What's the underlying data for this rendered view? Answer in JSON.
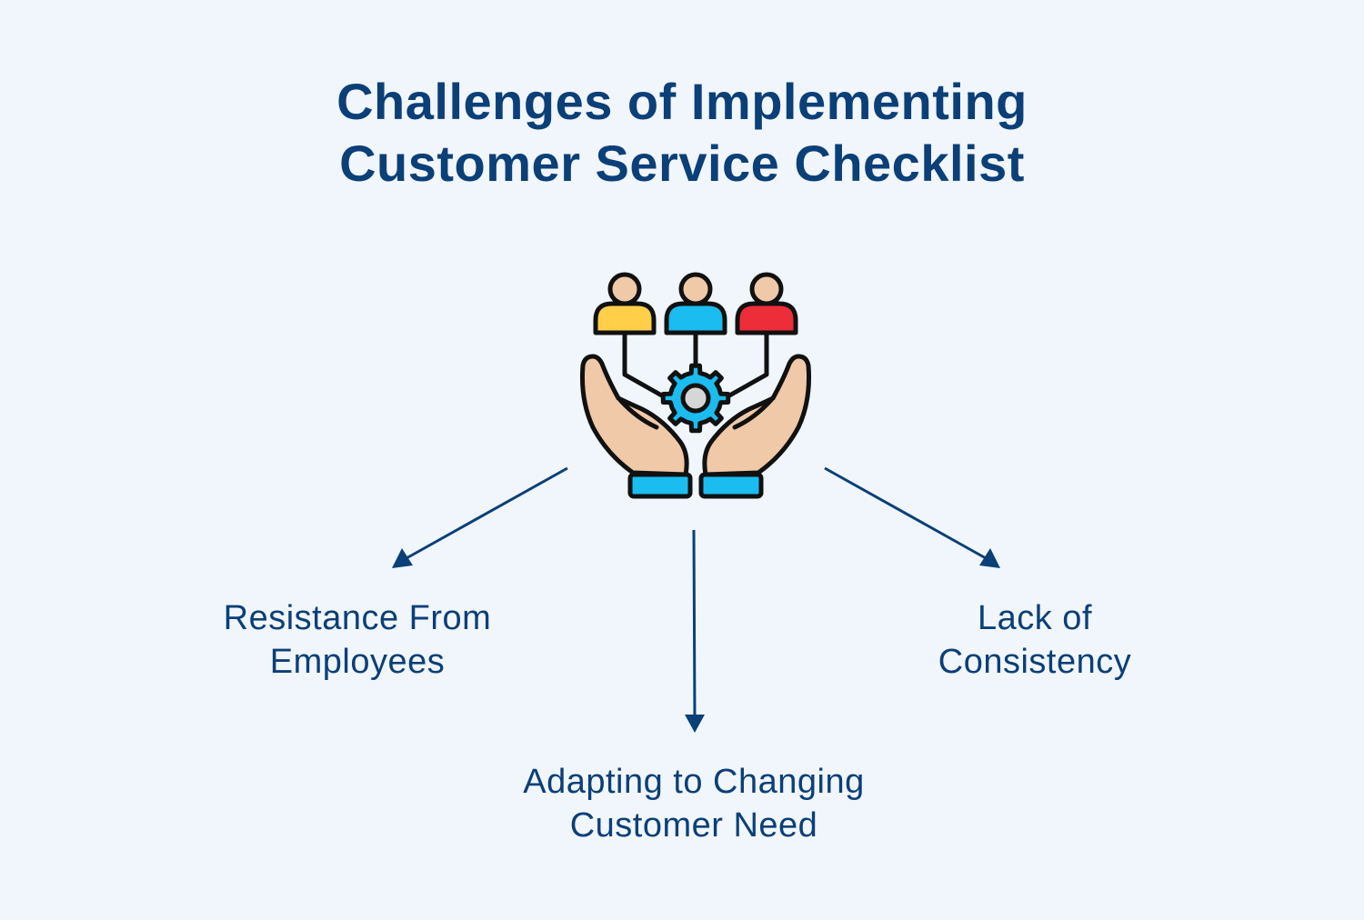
{
  "colors": {
    "background": "#f1f6fd",
    "text": "#0b3f78",
    "arrow": "#0b3f78",
    "outline": "#111111",
    "skin": "#f0c9a8",
    "person_left": "#ffcf4a",
    "person_center": "#1bbcf0",
    "person_right": "#ee2d3a",
    "gear": "#1bbcf0",
    "gear_center": "#d6d6d6",
    "cuff": "#1bbcf0"
  },
  "title": {
    "line1": "Challenges of Implementing",
    "line2": "Customer Service Checklist"
  },
  "icon": {
    "name": "team-management-hands-icon"
  },
  "nodes": [
    {
      "id": "left",
      "line1": "Resistance From",
      "line2": "Employees"
    },
    {
      "id": "right",
      "line1": "Lack of",
      "line2": "Consistency"
    },
    {
      "id": "bottom",
      "line1": "Adapting to Changing",
      "line2": "Customer Need"
    }
  ]
}
